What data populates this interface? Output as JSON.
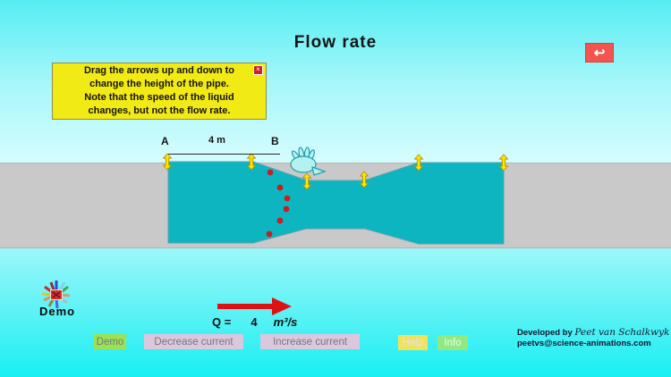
{
  "title": "Flow rate",
  "back_button": {
    "icon": "↩"
  },
  "instruction_box": {
    "lines": [
      "Drag the arrows up and down to",
      "change the height of the pipe.",
      "Note that the speed of the liquid",
      "changes, but not the flow rate."
    ],
    "close_label": "×"
  },
  "measurement": {
    "label_a": "A",
    "label_b": "B",
    "distance": "4 m"
  },
  "flow_readout": {
    "q_label": "Q =",
    "q_value": "4",
    "q_unit": "m³/s"
  },
  "demo_icon": {
    "label": "Demo"
  },
  "buttons": {
    "demo": "Demo",
    "decrease": "Decrease current",
    "increase": "Increase current",
    "help": "Help",
    "info": "Info"
  },
  "credits": {
    "prefix": "Developed by ",
    "author": "Peet van Schalkwyk",
    "email": "peetvs@science-animations.com"
  },
  "colors": {
    "pipe_fill": "#0db5c1",
    "wall_gray": "#c9c9c9",
    "note_yellow": "#f2ea14",
    "drag_arrow_yellow": "#ffe800",
    "flow_arrow_red": "#dd1111",
    "particle_red": "#c42020",
    "back_button_red": "#f4544e"
  }
}
